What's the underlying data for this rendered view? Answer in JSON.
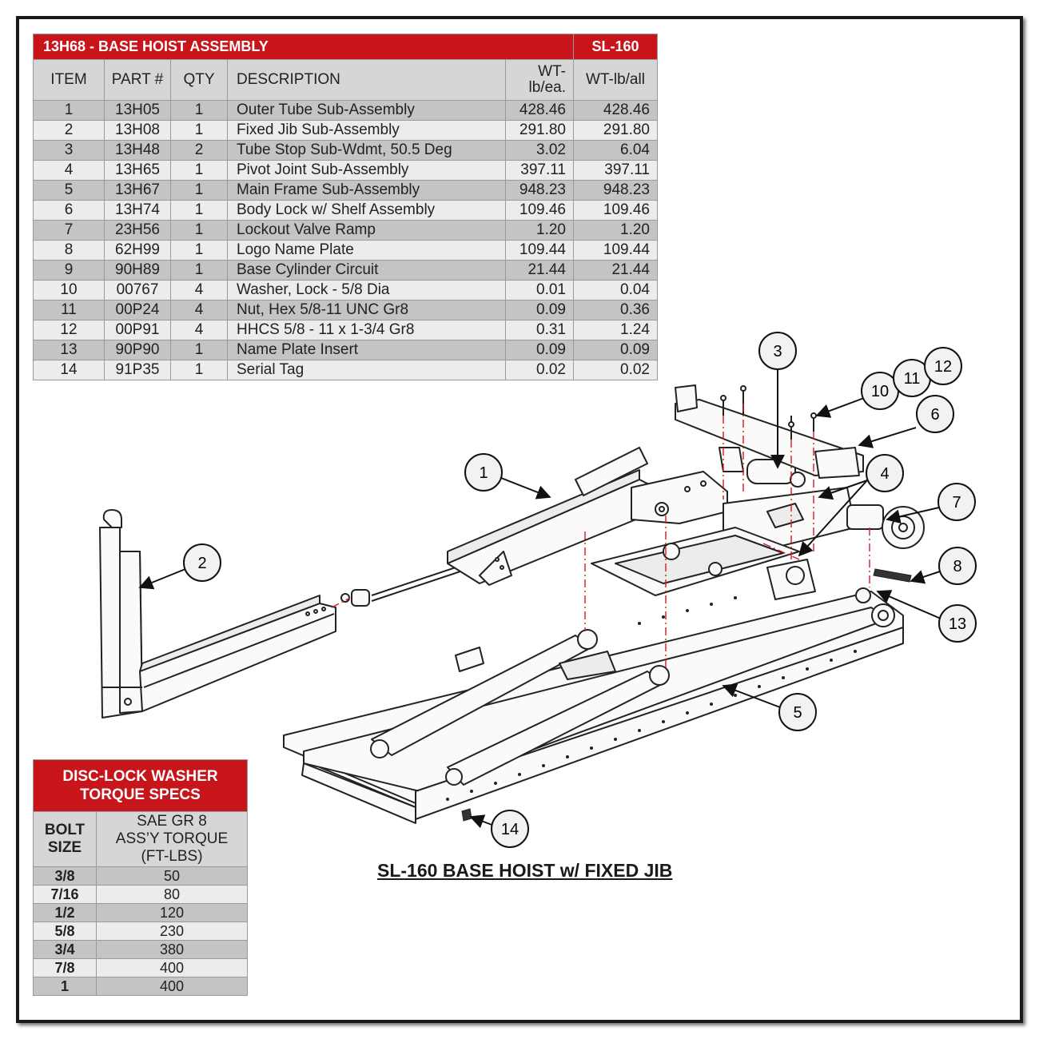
{
  "bom": {
    "title": "13H68 - BASE HOIST ASSEMBLY",
    "model": "SL-160",
    "columns": [
      "ITEM",
      "PART #",
      "QTY",
      "DESCRIPTION",
      "WT-lb/ea.",
      "WT-lb/all"
    ],
    "rows": [
      [
        "1",
        "13H05",
        "1",
        "Outer Tube Sub-Assembly",
        "428.46",
        "428.46"
      ],
      [
        "2",
        "13H08",
        "1",
        "Fixed Jib Sub-Assembly",
        "291.80",
        "291.80"
      ],
      [
        "3",
        "13H48",
        "2",
        "Tube Stop Sub-Wdmt, 50.5 Deg",
        "3.02",
        "6.04"
      ],
      [
        "4",
        "13H65",
        "1",
        "Pivot Joint Sub-Assembly",
        "397.11",
        "397.11"
      ],
      [
        "5",
        "13H67",
        "1",
        "Main Frame Sub-Assembly",
        "948.23",
        "948.23"
      ],
      [
        "6",
        "13H74",
        "1",
        "Body Lock w/ Shelf Assembly",
        "109.46",
        "109.46"
      ],
      [
        "7",
        "23H56",
        "1",
        "Lockout Valve Ramp",
        "1.20",
        "1.20"
      ],
      [
        "8",
        "62H99",
        "1",
        "Logo Name Plate",
        "109.44",
        "109.44"
      ],
      [
        "9",
        "90H89",
        "1",
        "Base Cylinder Circuit",
        "21.44",
        "21.44"
      ],
      [
        "10",
        "00767",
        "4",
        "Washer, Lock - 5/8 Dia",
        "0.01",
        "0.04"
      ],
      [
        "11",
        "00P24",
        "4",
        "Nut, Hex 5/8-11 UNC Gr8",
        "0.09",
        "0.36"
      ],
      [
        "12",
        "00P91",
        "4",
        "HHCS 5/8 - 11 x 1-3/4 Gr8",
        "0.31",
        "1.24"
      ],
      [
        "13",
        "90P90",
        "1",
        "Name Plate Insert",
        "0.09",
        "0.09"
      ],
      [
        "14",
        "91P35",
        "1",
        "Serial Tag",
        "0.02",
        "0.02"
      ]
    ]
  },
  "torque": {
    "title_line1": "DISC-LOCK WASHER",
    "title_line2": "TORQUE SPECS",
    "col1_line1": "BOLT",
    "col1_line2": "SIZE",
    "col2_line1": "SAE GR 8",
    "col2_line2": "ASS’Y TORQUE",
    "col2_line3": "(FT-LBS)",
    "rows": [
      [
        "3/8",
        "50"
      ],
      [
        "7/16",
        "80"
      ],
      [
        "1/2",
        "120"
      ],
      [
        "5/8",
        "230"
      ],
      [
        "3/4",
        "380"
      ],
      [
        "7/8",
        "400"
      ],
      [
        "1",
        "400"
      ]
    ]
  },
  "diagram": {
    "caption": "SL-160 BASE HOIST w/ FIXED JIB",
    "callouts": [
      "1",
      "2",
      "3",
      "4",
      "5",
      "6",
      "7",
      "8",
      "10",
      "11",
      "12",
      "13",
      "14"
    ]
  }
}
